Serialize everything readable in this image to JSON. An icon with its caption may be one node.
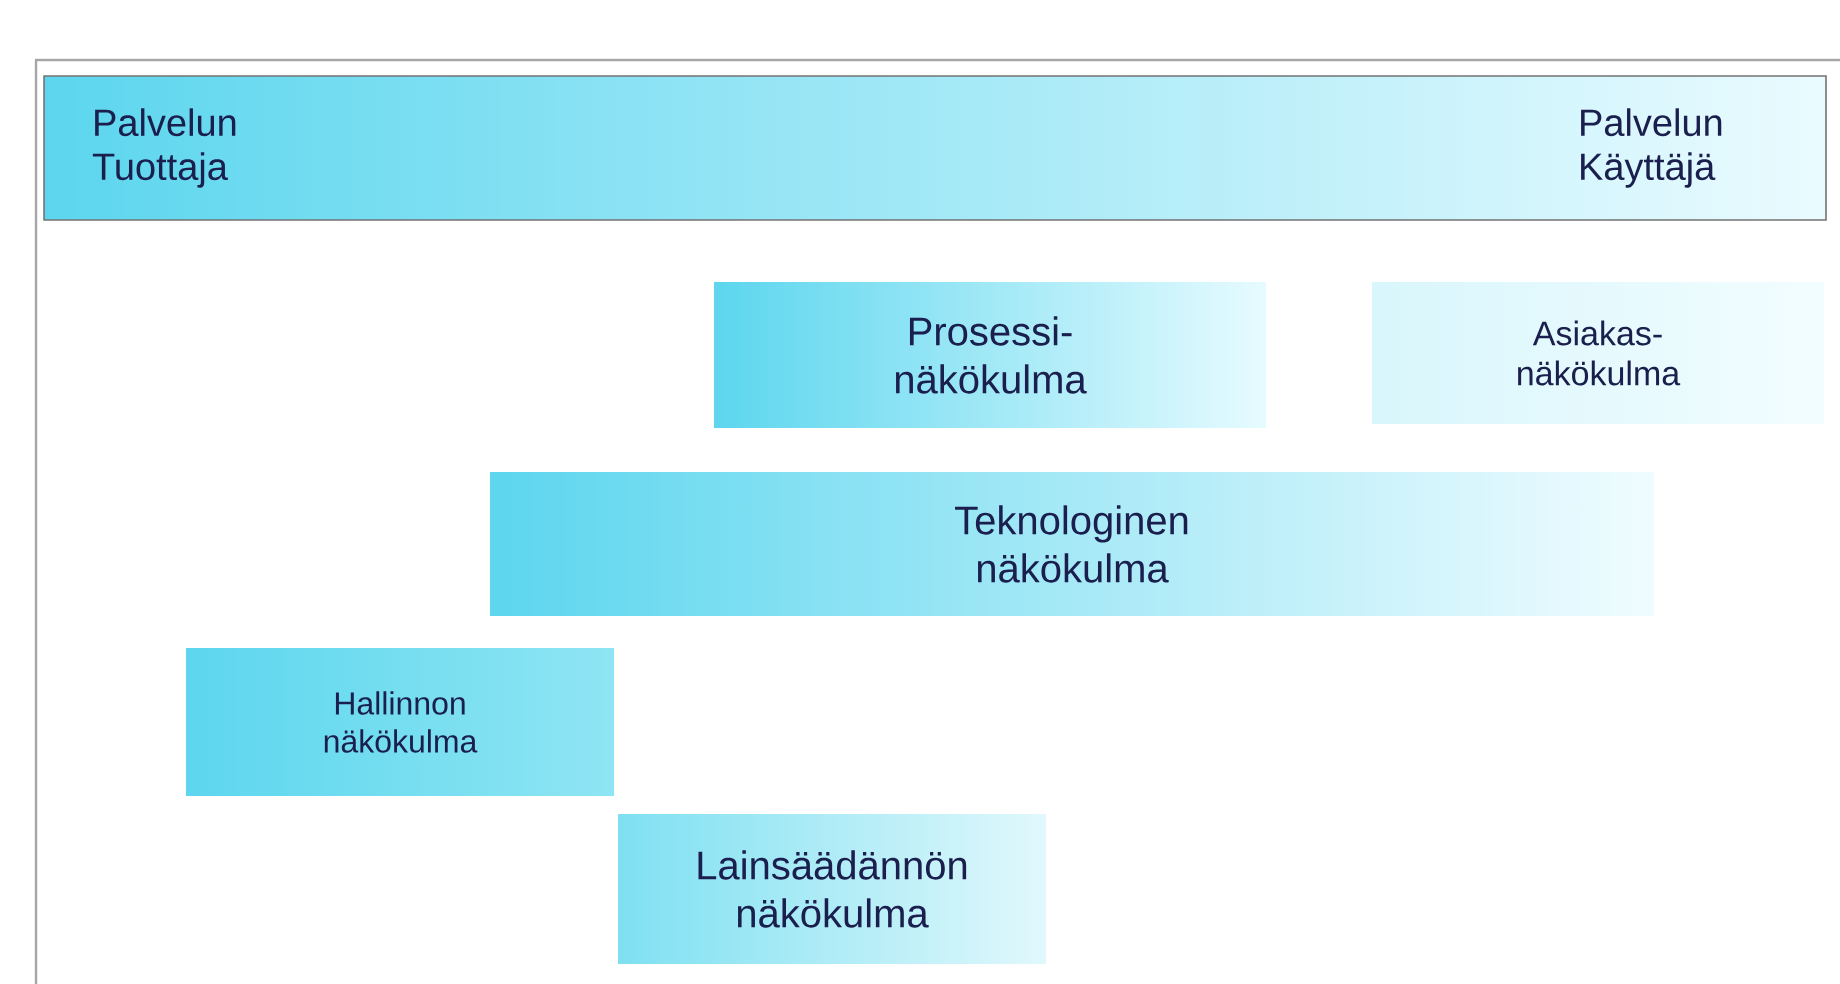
{
  "diagram": {
    "nodes": [
      {
        "text": [
          "Palvelun Tuottaja",
          "Palvelun Käyttäjä"
        ]
      },
      {
        "text": [
          "Prosessi- näkökulma"
        ]
      },
      {
        "text": [
          "Asiakas- näkökulma"
        ]
      },
      {
        "text": [
          "Teknologinen näkökulma"
        ]
      },
      {
        "text": [
          "Hallinnon näkökulma"
        ]
      },
      {
        "text": [
          "Lainsäädännön näkökulma"
        ]
      }
    ]
  }
}
